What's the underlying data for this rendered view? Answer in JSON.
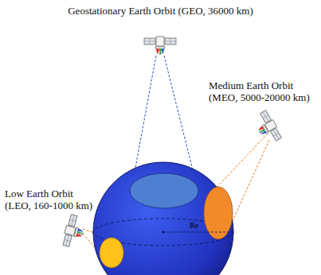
{
  "diagram": {
    "labels": [
      "Geostationary Earth Orbit (GEO, 36000 km)",
      "Medium Earth Orbit (MEO, 5000-20000 km)",
      "Low Earth Orbit (LEO, 160-1000 km)",
      "Re"
    ]
  }
}
